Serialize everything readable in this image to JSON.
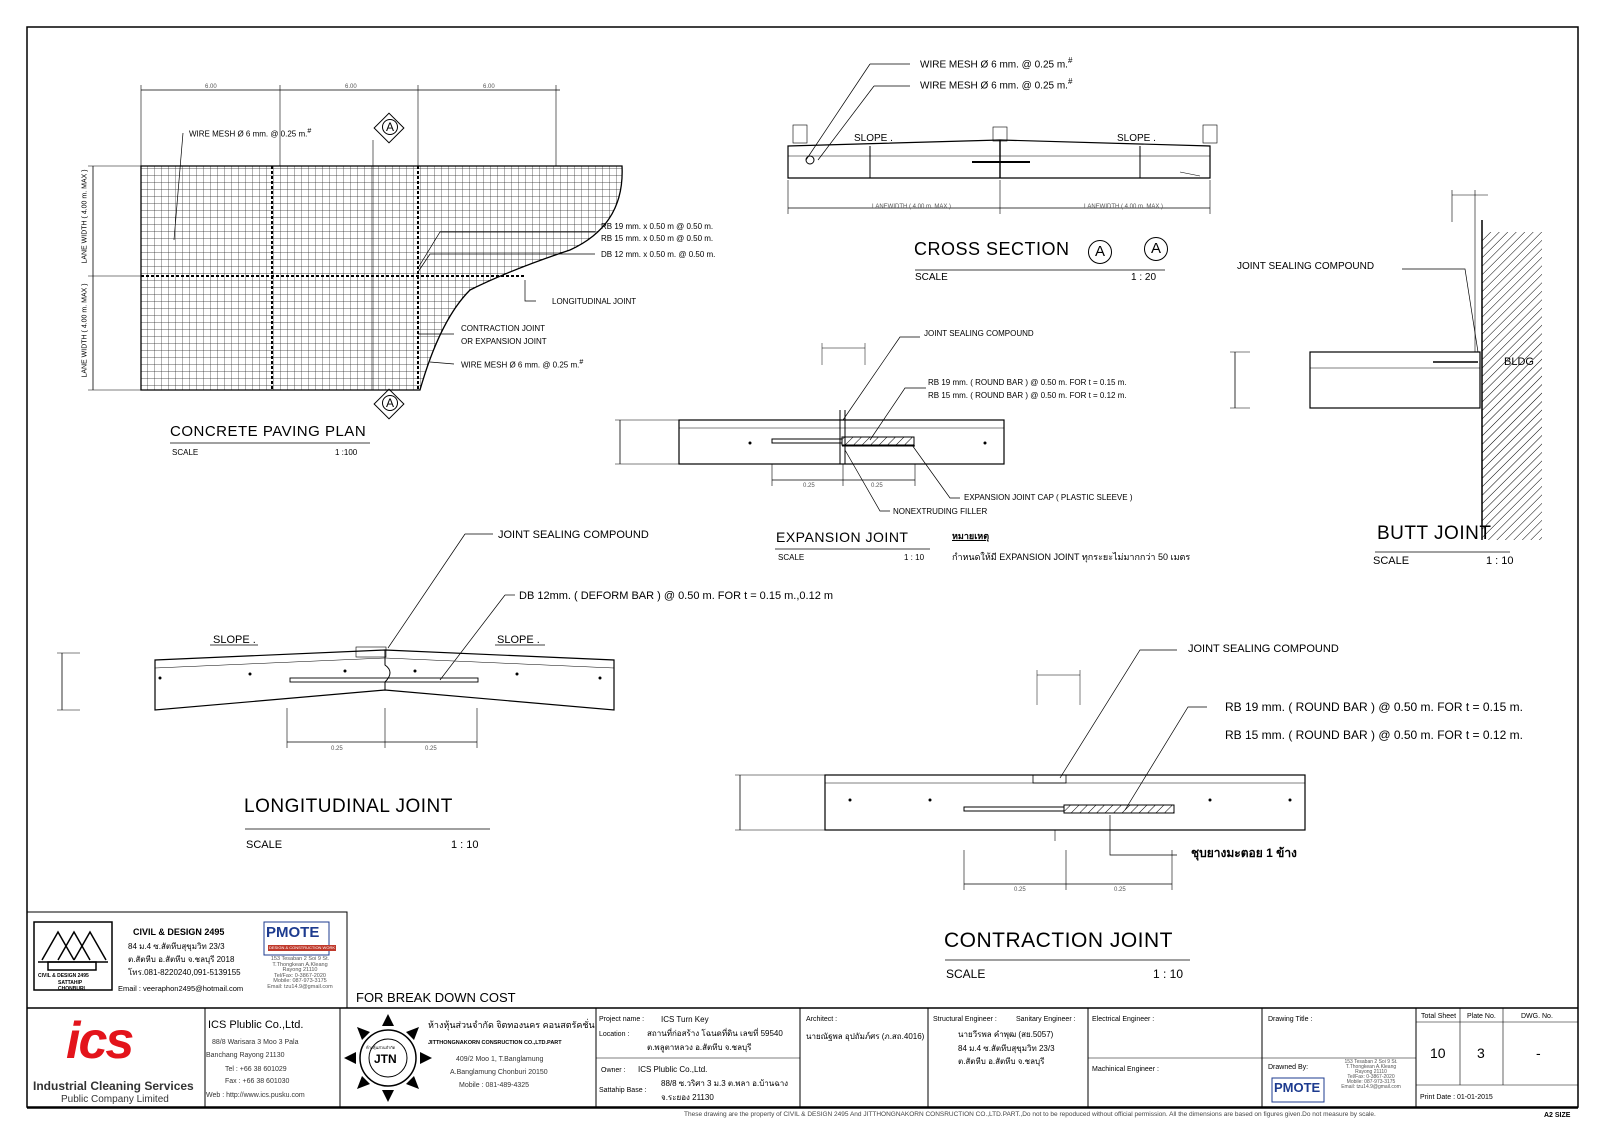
{
  "plan": {
    "wire_mesh_top": "WIRE MESH Ø 6 mm. @ 0.25 m.",
    "hash": "#",
    "rb19": "RB 19 mm. x 0.50 m @ 0.50 m.",
    "rb15": "RB 15 mm. x 0.50 m @ 0.50 m.",
    "db12": "DB 12 mm. x 0.50 m. @ 0.50 m.",
    "longitudinal": "LONGITUDINAL JOINT",
    "contraction1": "CONTRACTION JOINT",
    "contraction2": "OR EXPANSION JOINT",
    "wire_mesh_bottom": "WIRE MESH Ø 6 mm. @ 0.25 m.",
    "lane_width": "LANE WIDTH ( 4.00 m. MAX )",
    "dim": "6.00",
    "section_mark": "A",
    "title": "CONCRETE PAVING PLAN",
    "scale_label": "SCALE",
    "scale": "1 :100"
  },
  "cross": {
    "mesh1": "WIRE MESH Ø 6 mm. @ 0.25 m.",
    "mesh2": "WIRE MESH Ø 6 mm. @ 0.25 m.",
    "slope_left": "SLOPE .",
    "slope_right": "SLOPE .",
    "lanewidth": "LANEWIDTH ( 4.00 m. MAX )",
    "title": "CROSS SECTION",
    "mark": "A",
    "scale_label": "SCALE",
    "scale": "1 : 20"
  },
  "expansion": {
    "sealing": "JOINT SEALING COMPOUND",
    "rb19": "RB 19 mm. ( ROUND BAR ) @ 0.50 m. FOR t = 0.15 m.",
    "rb15": "RB 15 mm. ( ROUND BAR ) @ 0.50 m. FOR t = 0.12 m.",
    "cap": "EXPANSION JOINT CAP ( PLASTIC SLEEVE )",
    "filler": "NONEXTRUDING FILLER",
    "title": "EXPANSION  JOINT",
    "scale_label": "SCALE",
    "scale": "1 : 10",
    "note_head": "หมายเหตุ",
    "note_text": "กำหนดให้มี  EXPANSION JOINT ทุกระยะไม่มากกว่า 50 เมตร",
    "dim": "0.25"
  },
  "butt": {
    "sealing": "JOINT SEALING COMPOUND",
    "bldg": "BLDG",
    "title": "BUTT  JOINT",
    "scale_label": "SCALE",
    "scale": "1 : 10"
  },
  "longitudinal": {
    "sealing": "JOINT SEALING COMPOUND",
    "db": "DB 12mm. ( DEFORM BAR ) @ 0.50 m. FOR t = 0.15 m.,0.12 m",
    "slope_left": "SLOPE .",
    "slope_right": "SLOPE .",
    "dim": "0.25",
    "title": "LONGITUDINAL  JOINT",
    "scale_label": "SCALE",
    "scale": "1 : 10"
  },
  "contraction": {
    "sealing": "JOINT SEALING COMPOUND",
    "rb19": "RB 19 mm. ( ROUND BAR )  @ 0.50 m. FOR t = 0.15 m.",
    "rb15": "RB 15 mm. ( ROUND BAR )  @ 0.50 m. FOR t = 0.12 m.",
    "note": "ชุบยางมะตอย 1 ข้าง",
    "dim": "0.25",
    "title": "CONTRACTION  JOINT",
    "scale_label": "SCALE",
    "scale": "1 : 10"
  },
  "titleblock": {
    "civil_logo_line1": "CIVIL & DESIGN 2495",
    "civil_logo_line2": "SATTAHIP",
    "civil_logo_line3": "CHONBURI",
    "civil_name": "CIVIL & DESIGN  2495",
    "civil_addr1": "84 ม.4 ซ.สัตหีบสุขุมวิท 23/3",
    "civil_addr2": "ต.สัตหีบ อ.สัตหีบ จ.ชลบุรี 2018",
    "civil_phone": "โทร.081-8220240,091-5139155",
    "civil_email": "Email : veeraphon2495@hotmail.com",
    "pmote_logo": "PMOTE",
    "pmote_sub": "DESIGN & CONSTRUCTION WORK",
    "pmote_addr": [
      "153 Tesaban 2 Soi 9 St.",
      "T.Thongkean A.Kleang",
      "Rayong 21110",
      "Tel/Fax: 0-3867-2020",
      "Mobile: 087-973-3175",
      "Email: tzu14.9@gmail.com"
    ],
    "break_down": "FOR BREAK DOWN COST",
    "ics_logo": "ics",
    "ics_name1": "Industrial Cleaning Services",
    "ics_name2": "Public Company Limited",
    "ics_company": "ICS Plublic Co.,Ltd.",
    "ics_addr": [
      "88/8 Warisara 3 Moo 3 Pala",
      "Banchang  Rayong 21130",
      "Tel : +66 38 601029",
      "Fax : +66 38 601030",
      "Web :   http://www.ics.pusku.com"
    ],
    "jtn_logo": "JTN",
    "jtn_ring": "ห้างหุ้นส่วนจำกัด",
    "jtn_name_th": "ห้างหุ้นส่วนจำกัด จิตทองนคร คอนสตรัคชั่น",
    "jtn_name_en": "JITTHONGNAKORN CONSRUCTION CO.,LTD.PART",
    "jtn_addr": [
      "409/2 Moo 1, T.Banglamung",
      "A.Banglamung Chonburi 20150",
      "Mobile : 081-489-4325"
    ],
    "project_label": "Project name :",
    "project_value": "ICS Turn Key",
    "location_label": "Location :",
    "location_value1": "สถานที่ก่อสร้าง โฉนดที่ดิน เลขที่ 59540",
    "location_value2": "ต.พลูตาหลวง อ.สัตหีบ จ.ชลบุรี",
    "owner_label": "Owner :",
    "owner_value": "ICS Plublic Co.,Ltd.",
    "base_label": "Sattahip Base :",
    "base_value1": "88/8 ซ.วริศา 3 ม.3 ต.พลา อ.บ้านฉาง",
    "base_value2": "จ.ระยอง 21130",
    "architect_label": "Architect :",
    "architect_value": "นายณัฐพล อุปถัมภ์ศร (ภ.สถ.4016)",
    "structural_label": "Structural Engineer :",
    "sanitary_label": "Sanitary Engineer :",
    "engineer_value1": "นายวีรพล คำพุฒ (สย.5057)",
    "engineer_value2": "84 ม.4 ซ.สัตหีบสุขุมวิท 23/3",
    "engineer_value3": "ต.สัตหีบ อ.สัตหีบ จ.ชลบุรี",
    "electrical_label": "Electrical Engineer :",
    "mechanical_label": "Machinical Engineer :",
    "drawing_title_label": "Drawing Title :",
    "drawn_by_label": "Drawned By:",
    "total_sheet_label": "Total Sheet",
    "total_sheet": "10",
    "plate_label": "Plate No.",
    "plate": "3",
    "dwg_label": "DWG. No.",
    "dwg": "-",
    "print_date": "Print Date :   01-01-2015",
    "disclaimer": "These drawing are the property of CIVIL & DESIGN 2495 And JITTHONGNAKORN CONSRUCTION CO.,LTD.PART.,Do not to be repoduced without official permission. All the dimensions are based on figures given.Do not measure by scale.",
    "size": "A2 SIZE"
  }
}
